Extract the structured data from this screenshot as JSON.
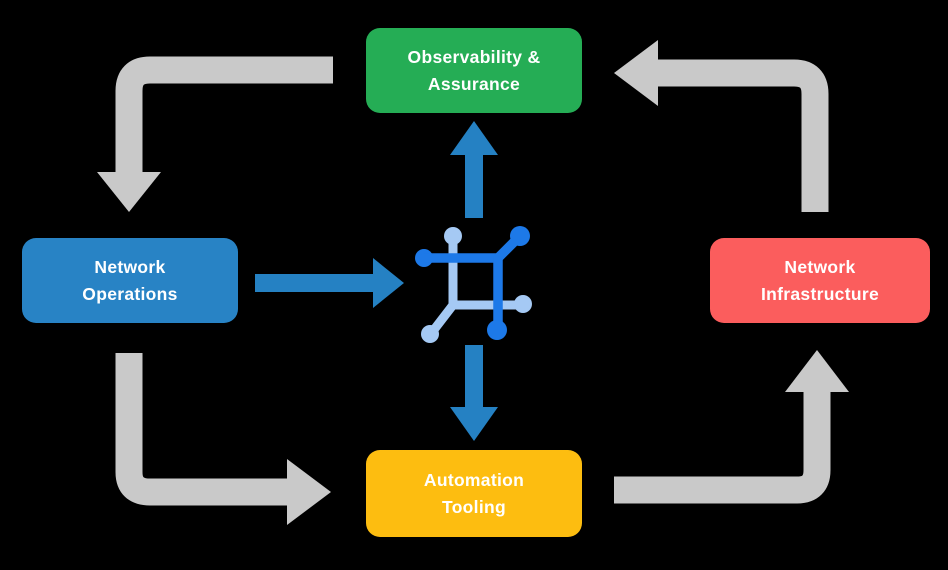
{
  "diagram": {
    "boxes": {
      "top": {
        "line1": "Observability &",
        "line2": "Assurance",
        "color": "#25AD55"
      },
      "left": {
        "line1": "Network",
        "line2": "Operations",
        "color": "#2883C5"
      },
      "right": {
        "line1": "Network",
        "line2": "Infrastructure",
        "color": "#FB5D5D"
      },
      "bottom": {
        "line1": "Automation",
        "line2": "Tooling",
        "color": "#FDBD10"
      }
    },
    "colors": {
      "background": "#000000",
      "cycle_arrow": "#C9C9C9",
      "flow_arrow": "#2581C3",
      "icon_dark_blue": "#1D79E8",
      "icon_light_blue": "#A5C9F4",
      "text": "#FFFFFF"
    },
    "icons": {
      "center": "network-mesh-icon"
    },
    "flows": {
      "cycle": [
        "Observability & Assurance -> Network Operations",
        "Network Operations -> Automation Tooling",
        "Automation Tooling -> Network Infrastructure",
        "Network Infrastructure -> Observability & Assurance"
      ],
      "center": [
        "Network Operations -> center icon",
        "center icon -> Observability & Assurance",
        "center icon -> Automation Tooling"
      ]
    }
  }
}
